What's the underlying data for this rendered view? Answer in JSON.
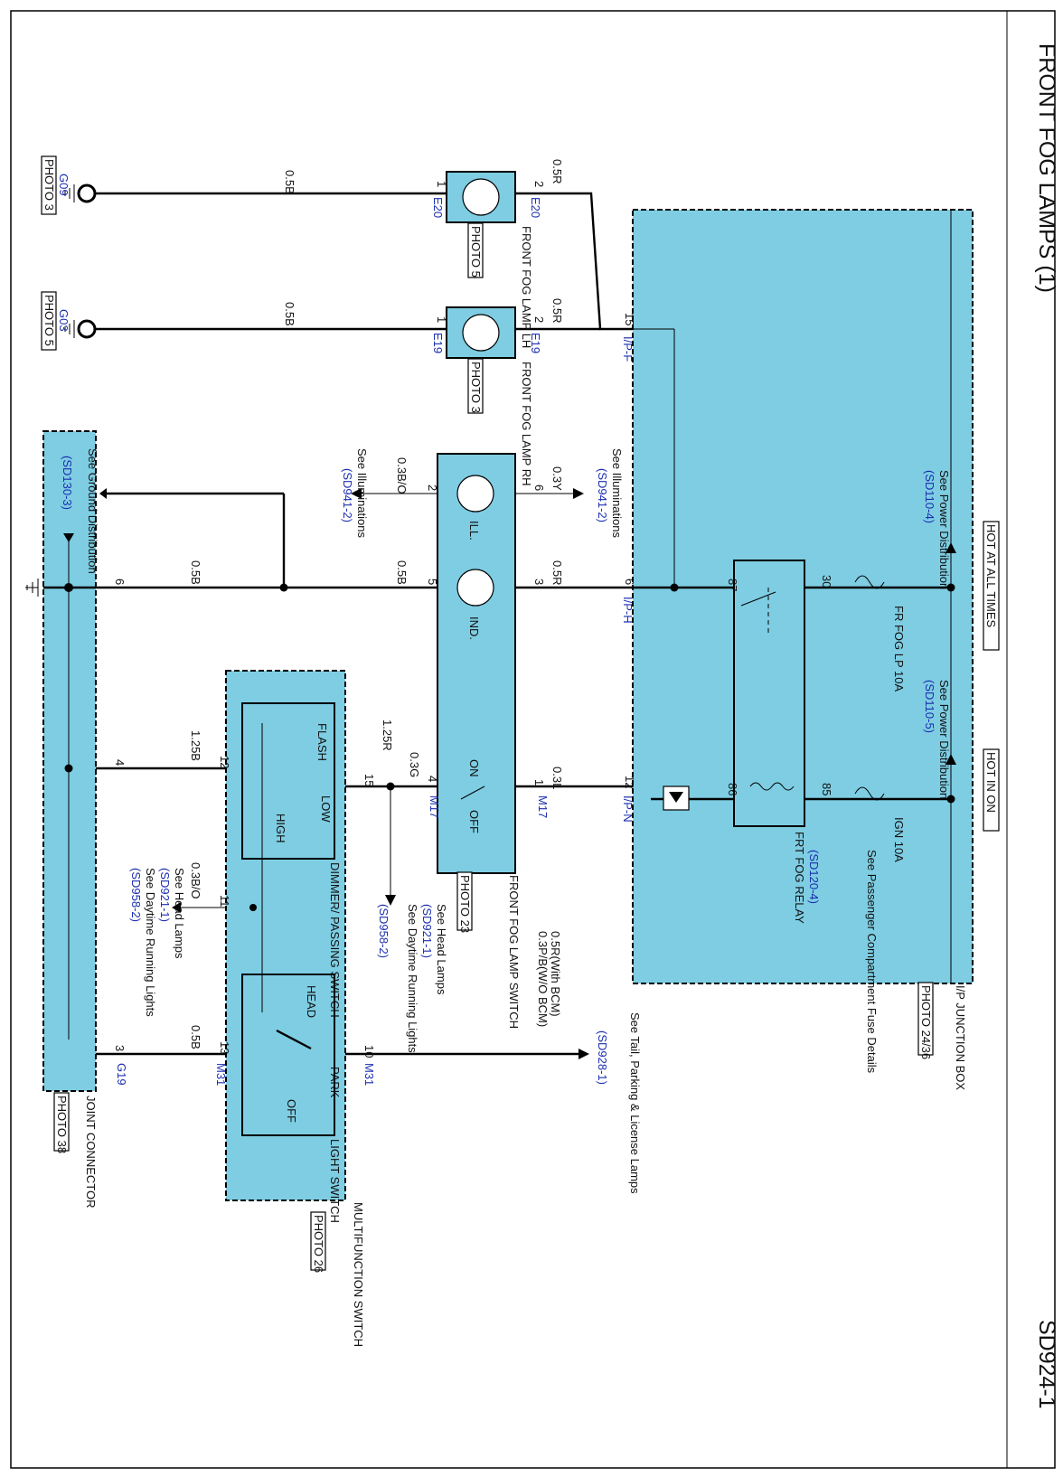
{
  "title": "FRONT FOG LAMPS (1)",
  "page_code": "SD924-1",
  "components": {
    "jb": {
      "name": "I/P JUNCTION BOX",
      "photo": "PHOTO 24/36"
    },
    "relay": {
      "name": "FRT FOG RELAY"
    },
    "fog_switch": {
      "name": "FRONT FOG LAMP SWITCH",
      "photo": "PHOTO 23",
      "ill": "ILL.",
      "ind": "IND.",
      "on": "ON",
      "off": "OFF"
    },
    "lamp_lh": {
      "name": "FRONT FOG LAMP LH",
      "photo": "PHOTO 5"
    },
    "lamp_rh": {
      "name": "FRONT FOG LAMP RH",
      "photo": "PHOTO 3"
    },
    "multifunction": {
      "name": "MULTIFUNCTION SWITCH",
      "photo": "PHOTO 26"
    },
    "dimmer": {
      "name": "DIMMER/ PASSING SWITCH",
      "flash": "FLASH",
      "low": "LOW",
      "high": "HIGH"
    },
    "light_switch": {
      "name": "LIGHT SWITCH",
      "head": "HEAD",
      "park": "PARK",
      "off": "OFF"
    },
    "joint": {
      "name": "JOINT CONNECTOR",
      "photo": "PHOTO 38"
    }
  },
  "power": {
    "hot_all": "HOT AT ALL TIMES",
    "hot_on": "HOT IN ON",
    "see_power": "See Power Distribution",
    "ref_sd110_4": "(SD110-4)",
    "ref_sd110_5": "(SD110-5)",
    "fuse1": "FR FOG LP 10A",
    "fuse2": "IGN 10A",
    "passenger_note": "See Passenger Compartment Fuse Details",
    "ref_sd120_4": "(SD120-4)"
  },
  "grounds": {
    "g09": "G09",
    "g09_photo": "PHOTO 3",
    "g03": "G03",
    "g03_photo": "PHOTO 5"
  },
  "connectors": {
    "e20": "E20",
    "e19": "E19",
    "ipf": "I/P-F",
    "iph": "I/P-H",
    "ipn": "I/P-N",
    "m17": "M17",
    "m31": "M31",
    "g19": "G19"
  },
  "pins": {
    "p1": "1",
    "p2": "2",
    "p3": "3",
    "p4": "4",
    "p5": "5",
    "p6": "6",
    "p10": "10",
    "p11": "11",
    "p12": "12",
    "p13": "13",
    "p15": "15",
    "p30": "30",
    "p85": "85",
    "p86": "86",
    "p87": "87"
  },
  "wires": {
    "w05b": "0.5B",
    "w05r": "0.5R",
    "w03y": "0.3Y",
    "w03bo": "0.3B/O",
    "w03l": "0.3L",
    "w03g": "0.3G",
    "w125r": "1.25R",
    "w125b": "1.25B",
    "w05r_bcm": "0.5R(With BCM)",
    "w03pb_bcm": "0.3P/B(W/O BCM)"
  },
  "refs": {
    "illum": "See Illuminations",
    "sd941_2": "(SD941-2)",
    "ground_dist": "See Ground Distribution",
    "sd130_3": "(SD130-3)",
    "head_lamps": "See Head Lamps",
    "sd921_1": "(SD921-1)",
    "drl": "See Daytime Running Lights",
    "sd958_2": "(SD958-2)",
    "tail": "See Tail, Parking & License Lamps",
    "sd928_1": "(SD928-1)"
  }
}
